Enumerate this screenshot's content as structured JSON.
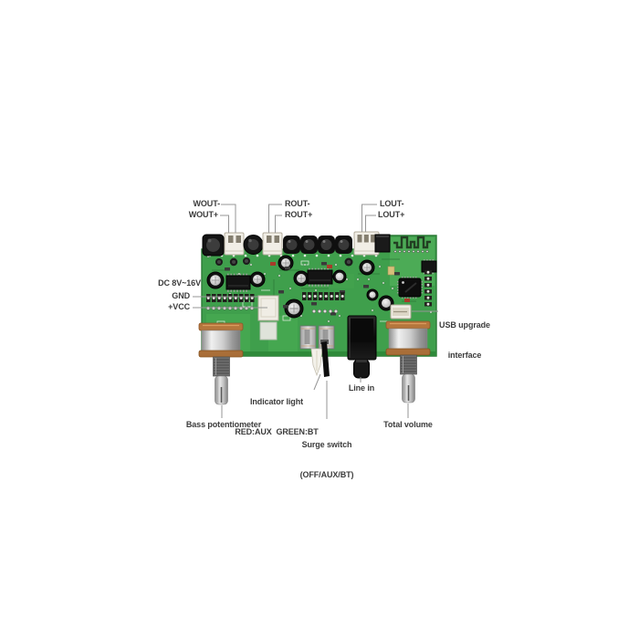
{
  "callouts": {
    "wout_minus": "WOUT-",
    "wout_plus": "WOUT+",
    "rout_minus": "ROUT-",
    "rout_plus": "ROUT+",
    "lout_minus": "LOUT-",
    "lout_plus": "LOUT+",
    "power_title": "DC 8V~16V",
    "gnd": "GND",
    "vcc": "+VCC",
    "usb_line1": "USB upgrade",
    "usb_line2": "interface",
    "indicator_line1": "Indicator light",
    "indicator_line2": "RED:AUX  GREEN:BT",
    "line_in": "Line in",
    "bass": "Bass potentiometer",
    "surge_line1": "Surge switch",
    "surge_line2": "(OFF/AUX/BT)",
    "total_volume": "Total volume"
  },
  "colors": {
    "background": "#ffffff",
    "pcb_green": "#3f9f4c",
    "pcb_green_dark": "#2a7a35",
    "pcb_green_light": "#4cab56",
    "connector_white": "#f1eee6",
    "copper_flange": "#b5763c",
    "component_black": "#141414",
    "metal_silver": "#c9c9c9",
    "callout_line": "#969696",
    "label_text": "#3c3c3c",
    "red_smd": "#a83a2a"
  }
}
